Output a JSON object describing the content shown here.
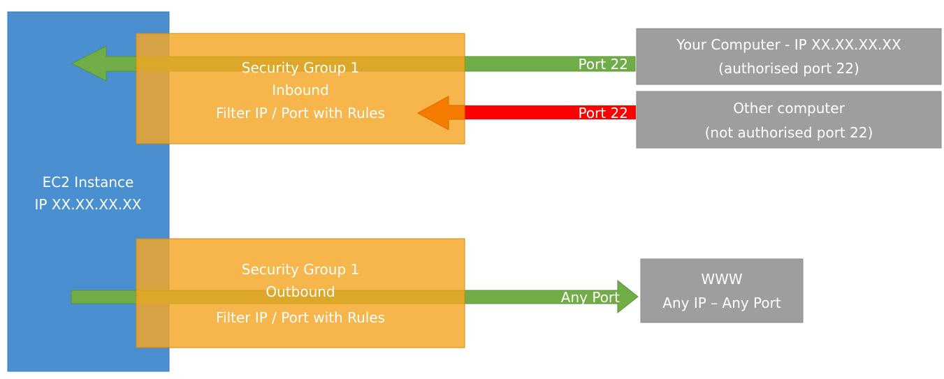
{
  "colors": {
    "ec2": "#4a8fd0",
    "security_group": "#f5a623",
    "security_group_border": "#d48806",
    "node": "#9e9e9e",
    "arrow_allowed": "#70ad47",
    "arrow_allowed_border": "#5a9138",
    "arrow_blocked_shaft": "#ff0000",
    "arrow_blocked_head": "#f57c00",
    "text": "#ffffff"
  },
  "ec2": {
    "line1": "EC2 Instance",
    "line2": "IP XX.XX.XX.XX"
  },
  "inbound_sg": {
    "line1": "Security Group 1",
    "line2": "Inbound",
    "line3": "Filter IP / Port with Rules"
  },
  "outbound_sg": {
    "line1": "Security Group 1",
    "line2": "Outbound",
    "line3": "Filter IP / Port with Rules"
  },
  "your_computer": {
    "line1": "Your Computer - IP XX.XX.XX.XX",
    "line2": "(authorised port 22)"
  },
  "other_computer": {
    "line1": "Other computer",
    "line2": "(not authorised port 22)"
  },
  "www": {
    "line1": "WWW",
    "line2": "Any IP – Any Port"
  },
  "arrows": {
    "allowed_inbound_label": "Port 22",
    "blocked_inbound_label": "Port 22",
    "outbound_label": "Any Port"
  }
}
